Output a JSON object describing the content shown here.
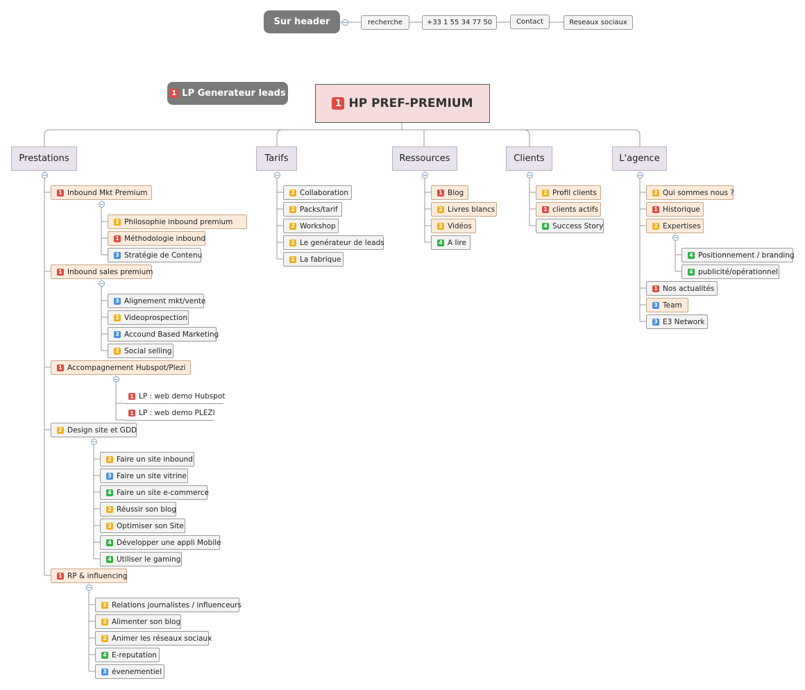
{
  "colors": {
    "p1": "#e24a44",
    "p2": "#f2b019",
    "p3": "#4a90e2",
    "p4": "#2fb34a",
    "root_bg": "#f3dcdb",
    "category_bg": "#e8e3ec",
    "highlight_bg": "#fcebda"
  },
  "header": {
    "title": "Sur header",
    "items": [
      "recherche",
      "+33 1 55 34 77 50",
      "Contact",
      "Reseaux sociaux"
    ]
  },
  "floating": {
    "label": "LP Generateur leads",
    "priority": "1"
  },
  "root": {
    "label": "HP PREF-PREMIUM",
    "priority": "1"
  },
  "categories": [
    "Prestations",
    "Tarifs",
    "Ressources",
    "Clients",
    "L'agence"
  ],
  "prestations": {
    "inbound_mkt": {
      "label": "Inbound  Mkt Premium",
      "priority": "1",
      "children": [
        {
          "label": "Philosophie inbound premium",
          "priority": "2"
        },
        {
          "label": "Méthodologie inbound",
          "priority": "1"
        },
        {
          "label": "Stratégie de Contenu",
          "priority": "3"
        }
      ]
    },
    "inbound_sales": {
      "label": "Inbound sales premium",
      "priority": "1",
      "children": [
        {
          "label": "Alignement mkt/vente",
          "priority": "3"
        },
        {
          "label": "Videoprospection",
          "priority": "2"
        },
        {
          "label": "Accound Based Marketing",
          "priority": "3"
        },
        {
          "label": "Social selling",
          "priority": "2"
        }
      ]
    },
    "accompagnement": {
      "label": "Accompagnement Hubspot/Plezi",
      "priority": "1",
      "children": [
        {
          "label": "LP : web demo Hubspot",
          "priority": "1"
        },
        {
          "label": "LP : web demo PLEZI",
          "priority": "1"
        }
      ]
    },
    "design": {
      "label": "Design site et GDD",
      "priority": "2",
      "children": [
        {
          "label": "Faire un site inbound",
          "priority": "2"
        },
        {
          "label": "Faire un site vitrine",
          "priority": "3"
        },
        {
          "label": "Faire un site e-commerce",
          "priority": "4"
        },
        {
          "label": "Réussir son blog",
          "priority": "2"
        },
        {
          "label": "Optimiser son Site",
          "priority": "2"
        },
        {
          "label": "Développer une appli Mobile",
          "priority": "4"
        },
        {
          "label": "Utiliser le gaming",
          "priority": "4"
        }
      ]
    },
    "rp": {
      "label": "RP & influencing",
      "priority": "1",
      "children": [
        {
          "label": "Relations journalistes / influenceurs",
          "priority": "2"
        },
        {
          "label": "Alimenter son blog",
          "priority": "2"
        },
        {
          "label": "Animer les réseaux sociaux",
          "priority": "2"
        },
        {
          "label": "E-reputation",
          "priority": "4"
        },
        {
          "label": "évenementiel",
          "priority": "3"
        }
      ]
    }
  },
  "tarifs": [
    {
      "label": "Collaboration",
      "priority": "2"
    },
    {
      "label": "Packs/tarif",
      "priority": "2"
    },
    {
      "label": "Workshop",
      "priority": "2"
    },
    {
      "label": "Le genérateur de leads",
      "priority": "2"
    },
    {
      "label": "La fabrique",
      "priority": "2"
    }
  ],
  "ressources": [
    {
      "label": "Blog",
      "priority": "1"
    },
    {
      "label": "Livres blancs",
      "priority": "2"
    },
    {
      "label": "Vidéos",
      "priority": "2"
    },
    {
      "label": "A lire",
      "priority": "4"
    }
  ],
  "clients": [
    {
      "label": "Profil clients",
      "priority": "2"
    },
    {
      "label": "clients actifs",
      "priority": "1"
    },
    {
      "label": "Success Story",
      "priority": "4"
    }
  ],
  "agence": {
    "items": [
      {
        "label": "Qui sommes nous ?",
        "priority": "2"
      },
      {
        "label": "Historique",
        "priority": "1"
      },
      {
        "label": "Expertises",
        "priority": "2"
      },
      {
        "label": "Nos actualités",
        "priority": "1"
      },
      {
        "label": "Team",
        "priority": "3"
      },
      {
        "label": "E3 Network",
        "priority": "3"
      }
    ],
    "expertises": [
      {
        "label": "Positionnement / branding",
        "priority": "4"
      },
      {
        "label": "publicité/opérationnel",
        "priority": "4"
      }
    ]
  }
}
